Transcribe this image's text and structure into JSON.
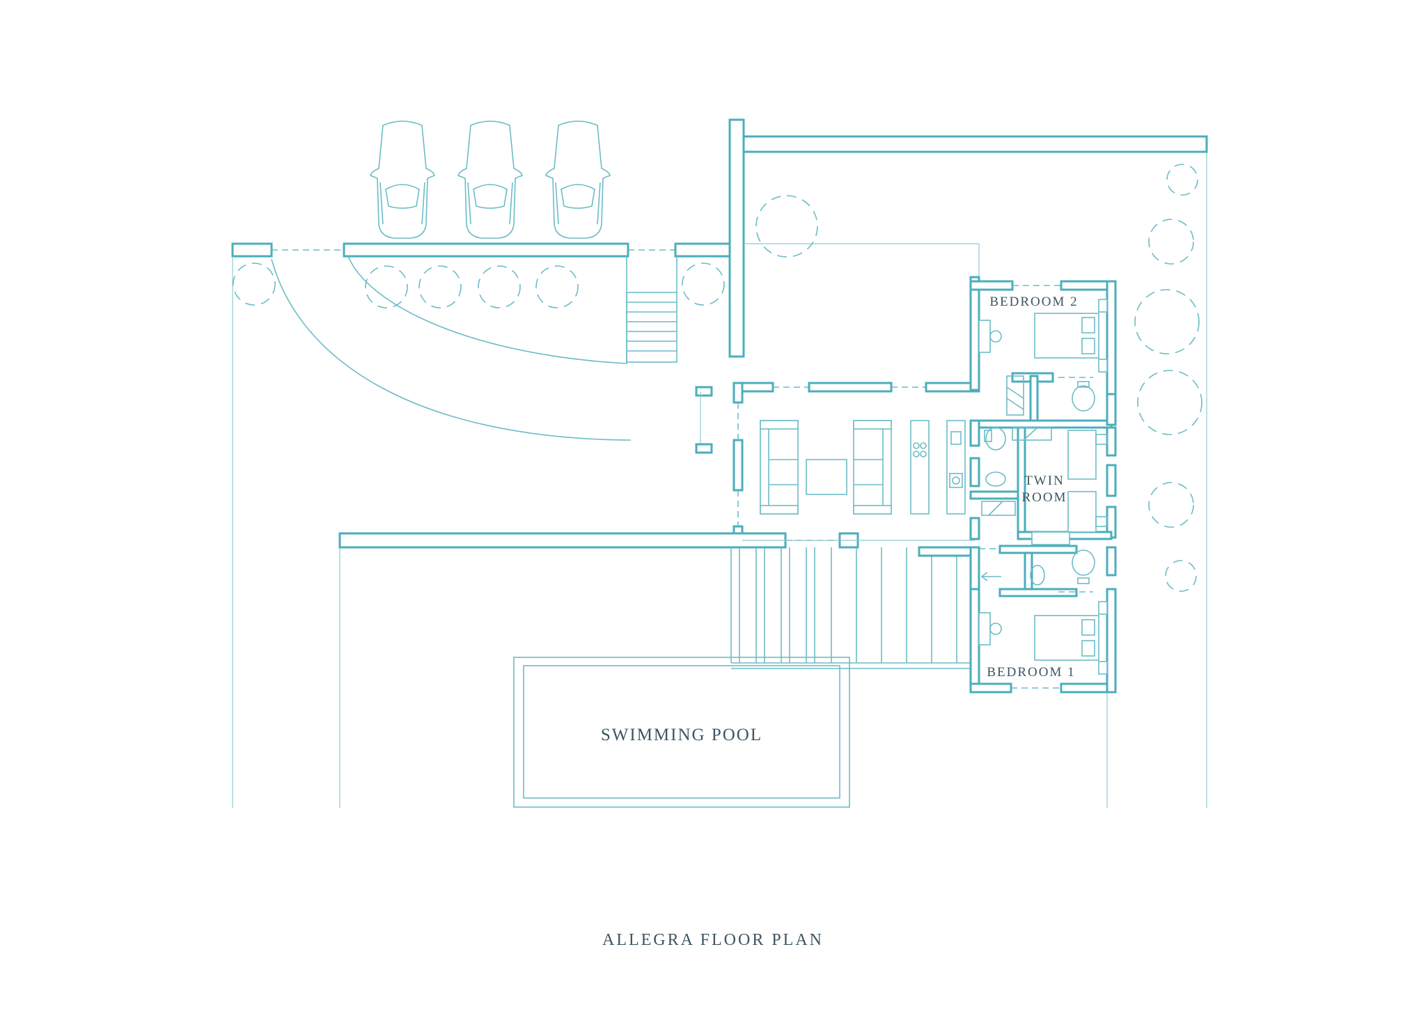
{
  "plan": {
    "title": "ALLEGRA FLOOR PLAN",
    "accent_color": "#4aaebb",
    "text_color": "#3d5560",
    "rooms": {
      "bedroom_2": "BEDROOM 2",
      "twin_room_line1": "TWIN",
      "twin_room_line2": "ROOM",
      "bedroom_1": "BEDROOM 1",
      "swimming_pool": "SWIMMING POOL"
    },
    "icons": [
      "car-icon",
      "tree-icon",
      "bed-icon",
      "toilet-icon",
      "bathtub-icon",
      "sofa-icon",
      "stove-icon",
      "stairs-icon",
      "arrow-left-icon"
    ]
  }
}
